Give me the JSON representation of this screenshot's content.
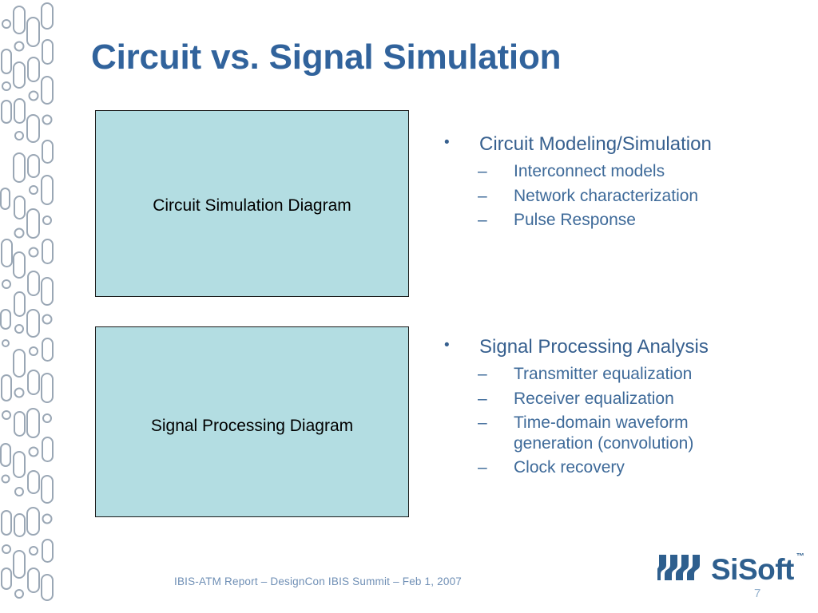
{
  "slide": {
    "title": "Circuit vs. Signal Simulation",
    "title_color": "#31639c",
    "background_color": "#ffffff"
  },
  "diagrams": [
    {
      "name": "circuit-simulation-diagram",
      "label": "Circuit Simulation Diagram",
      "fill_color": "#b3dde2",
      "border_color": "#1a1a1a"
    },
    {
      "name": "signal-processing-diagram",
      "label": "Signal Processing Diagram",
      "fill_color": "#b3dde2",
      "border_color": "#1a1a1a"
    }
  ],
  "bullets": [
    {
      "marker": "•",
      "text": "Circuit Modeling/Simulation",
      "children": [
        {
          "marker": "–",
          "text": "Interconnect models"
        },
        {
          "marker": "–",
          "text": "Network characterization"
        },
        {
          "marker": "–",
          "text": "Pulse Response"
        }
      ]
    },
    {
      "marker": "•",
      "text": "Signal Processing Analysis",
      "children": [
        {
          "marker": "–",
          "text": "Transmitter equalization"
        },
        {
          "marker": "–",
          "text": "Receiver equalization"
        },
        {
          "marker": "–",
          "text": "Time-domain waveform generation (convolution)"
        },
        {
          "marker": "–",
          "text": "Clock recovery"
        }
      ]
    }
  ],
  "footer": {
    "note": "IBIS-ATM Report – DesignCon IBIS Summit – Feb 1, 2007",
    "page_number": "7",
    "note_color": "#6f8fb5"
  },
  "logo": {
    "wordmark": "SiSoft",
    "trademark": "™",
    "color": "#2e5f8e",
    "mark_name": "sisoft-wave-mark"
  },
  "decoration": {
    "name": "left-pill-pattern",
    "color": "#9aa7b5"
  }
}
